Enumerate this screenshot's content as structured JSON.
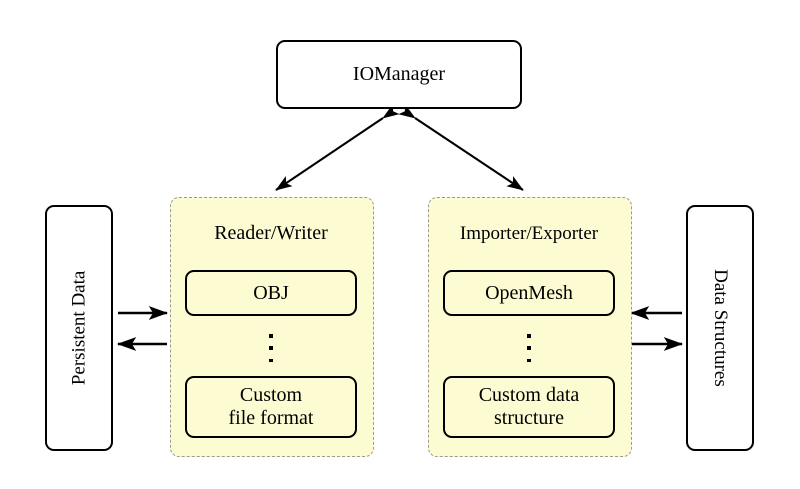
{
  "diagram": {
    "title_node": {
      "label": "IOManager"
    },
    "left_column": {
      "label": "Persistent Data",
      "orientation": "rotated-90-ccw"
    },
    "right_column": {
      "label": "Data Structures",
      "orientation": "rotated-90-cw"
    },
    "groups": [
      {
        "id": "reader-writer",
        "title": "Reader/Writer",
        "items": [
          {
            "label": "OBJ"
          },
          {
            "label": "ellipsis"
          },
          {
            "label": "Custom\nfile format",
            "line1": "Custom",
            "line2": "file format"
          }
        ]
      },
      {
        "id": "importer-exporter",
        "title": "Importer/Exporter",
        "items": [
          {
            "label": "OpenMesh"
          },
          {
            "label": "ellipsis"
          },
          {
            "label": "Custom data\nstructure",
            "line1": "Custom data",
            "line2": "structure"
          }
        ]
      }
    ],
    "edges": [
      {
        "id": "iomanager-readerwriter",
        "type": "double-arrow"
      },
      {
        "id": "iomanager-importerexporter",
        "type": "double-arrow"
      },
      {
        "id": "persistent-to-readerwriter",
        "type": "arrow-right"
      },
      {
        "id": "readerwriter-to-persistent",
        "type": "arrow-left"
      },
      {
        "id": "datastructures-to-importerexporter",
        "type": "arrow-left"
      },
      {
        "id": "importerexporter-to-datastructures",
        "type": "arrow-right"
      }
    ],
    "colors": {
      "group_fill": "#fcfbd2",
      "group_border": "#9a9a8f",
      "node_border": "#000000",
      "background": "#ffffff",
      "text": "#000000"
    }
  }
}
